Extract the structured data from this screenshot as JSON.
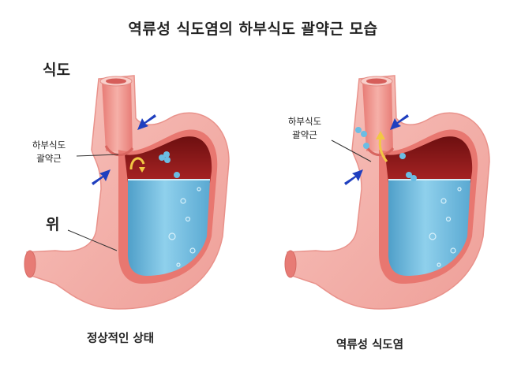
{
  "title": "역류성 식도염의 하부식도 괄약근 모습",
  "left_panel": {
    "esophagus_label": "식도",
    "sphincter_label_line1": "하부식도",
    "sphincter_label_line2": "괄약근",
    "stomach_label": "위",
    "caption": "정상적인 상태"
  },
  "right_panel": {
    "sphincter_label_line1": "하부식도",
    "sphincter_label_line2": "괄약근",
    "caption": "역류성 식도염"
  },
  "colors": {
    "stomach_wall": "#f4b4ad",
    "inner_lining": "#e86c6c",
    "cavity": "#9b1d1d",
    "fluid": "#7ec4e2",
    "arrow": "#1f3fbf"
  }
}
